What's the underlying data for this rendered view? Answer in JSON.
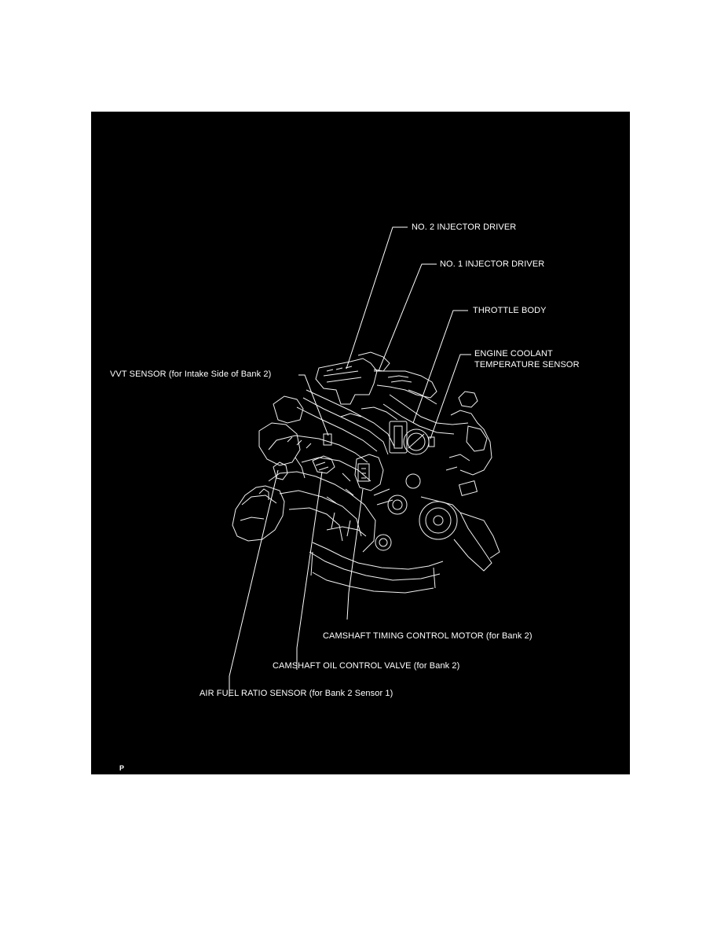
{
  "diagram": {
    "background": "#000000",
    "line_color": "#ffffff",
    "subject": "engine-illustration",
    "labels": [
      {
        "id": "no2-injector-driver",
        "text": "NO. 2 INJECTOR DRIVER"
      },
      {
        "id": "no1-injector-driver",
        "text": "NO. 1 INJECTOR DRIVER"
      },
      {
        "id": "throttle-body",
        "text": "THROTTLE BODY"
      },
      {
        "id": "engine-coolant-temp-sensor-line1",
        "text": "ENGINE COOLANT"
      },
      {
        "id": "engine-coolant-temp-sensor-line2",
        "text": "TEMPERATURE SENSOR"
      },
      {
        "id": "vvt-sensor",
        "text": "VVT SENSOR (for Intake Side of Bank 2)"
      },
      {
        "id": "camshaft-timing-control-motor",
        "text": "CAMSHAFT TIMING CONTROL MOTOR (for Bank 2)"
      },
      {
        "id": "camshaft-oil-control-valve",
        "text": "CAMSHAFT OIL CONTROL VALVE (for Bank 2)"
      },
      {
        "id": "air-fuel-ratio-sensor",
        "text": "AIR FUEL RATIO SENSOR (for Bank 2 Sensor 1)"
      }
    ],
    "figure_code": "P"
  }
}
